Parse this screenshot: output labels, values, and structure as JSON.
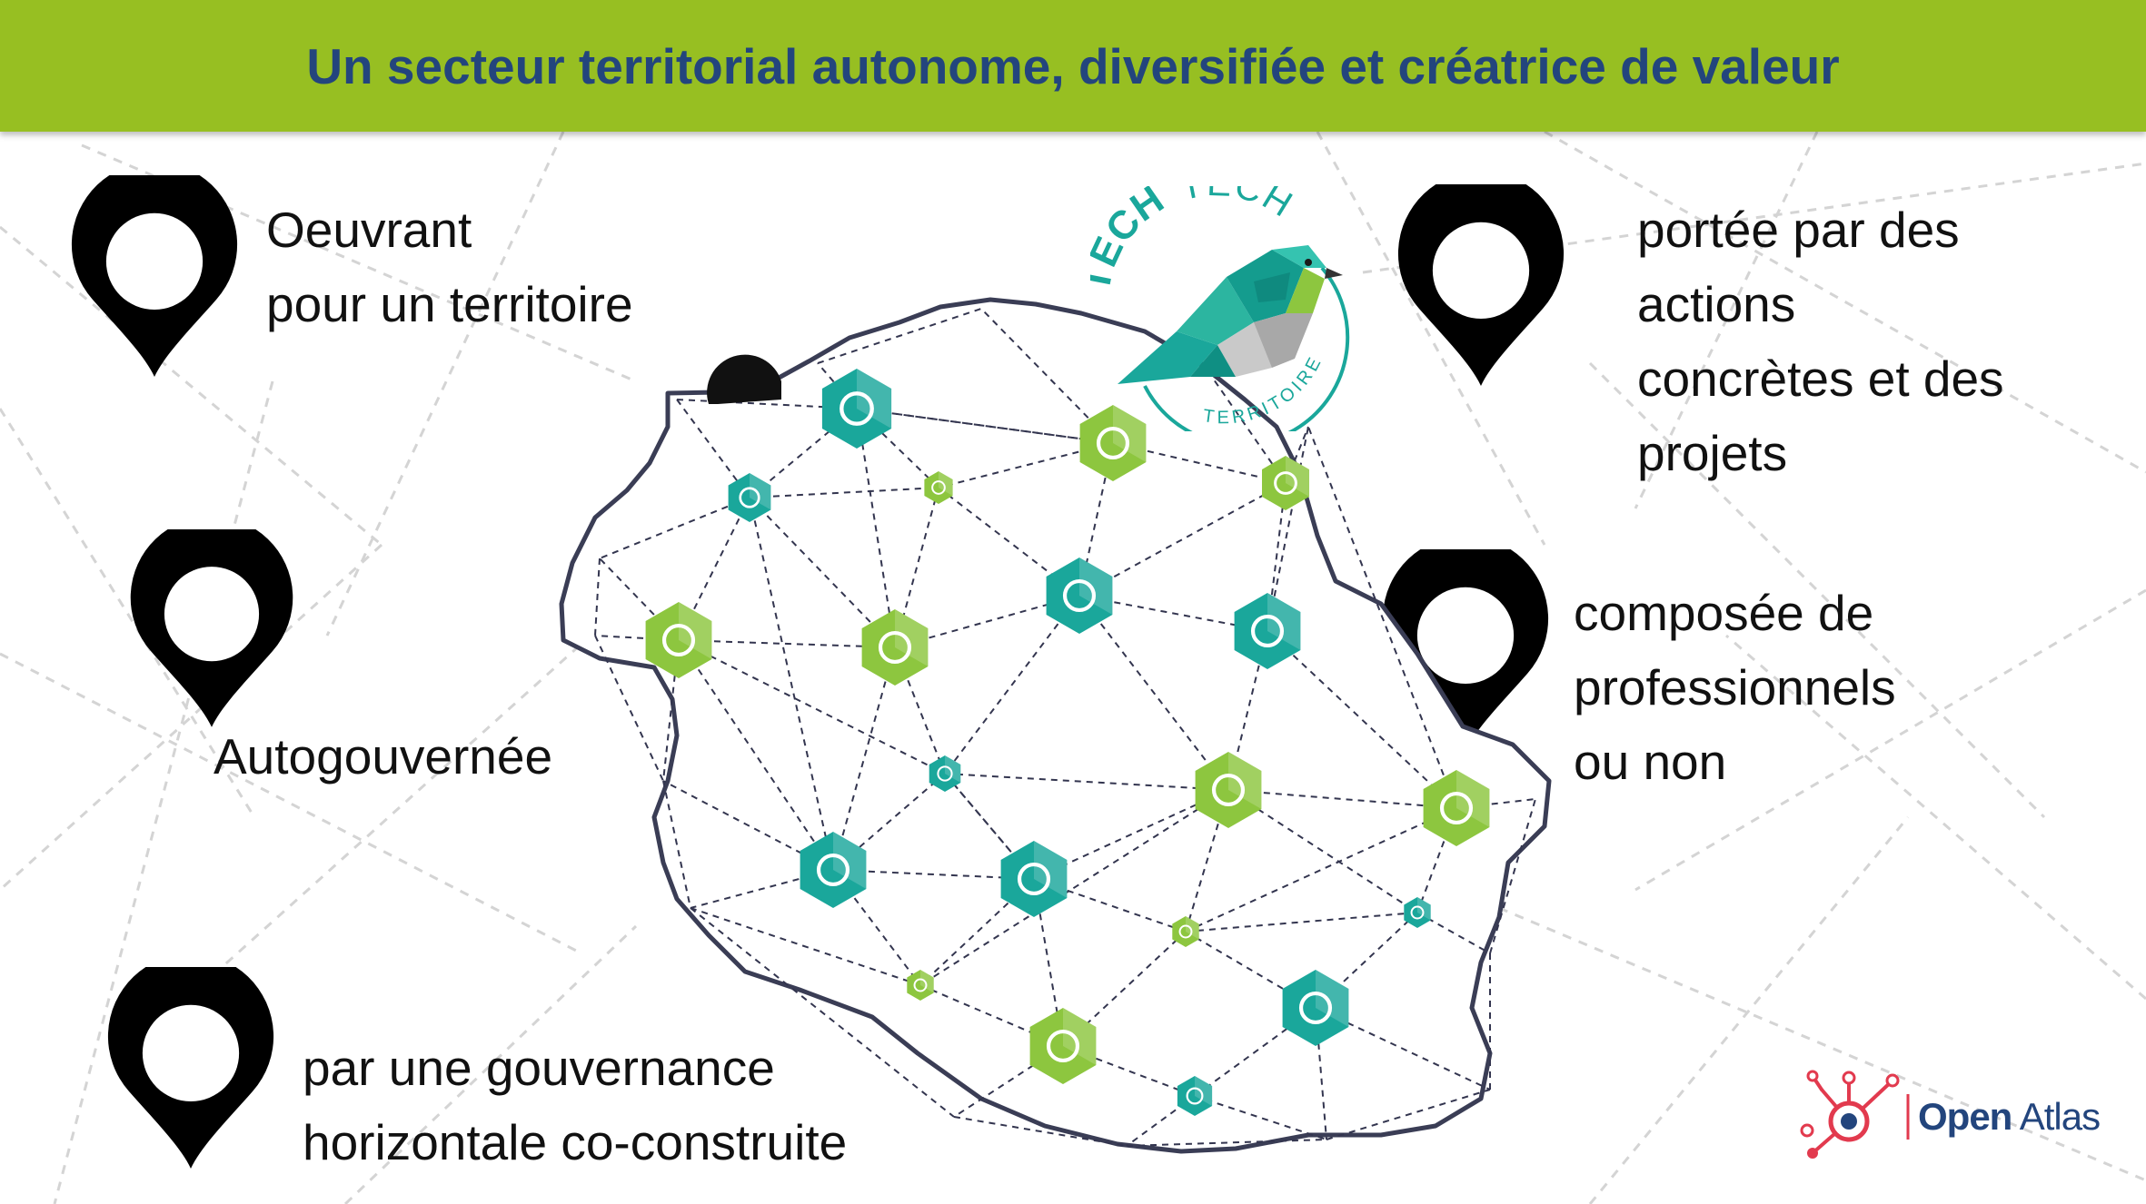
{
  "title": "Un secteur territorial autonome, diversifiée et créatrice de valeur",
  "features": {
    "oeuvrant": [
      "Oeuvrant",
      "pour un territoire"
    ],
    "portee": [
      "portée par des",
      "actions",
      "concrètes et des",
      "projets"
    ],
    "autogouvernee": [
      "Autogouvernée"
    ],
    "composee": [
      "composée de",
      "professionnels",
      "ou non"
    ],
    "gouvernance": [
      "par une gouvernance",
      "horizontale co-construite"
    ]
  },
  "logo": {
    "top_left": "TECH",
    "top_right": "TECH",
    "bottom": "TERRITOIRE"
  },
  "brand": {
    "word1": "Open",
    "word2": "Atlas"
  },
  "colors": {
    "header": "#97bf22",
    "title": "#23457d",
    "teal": "#1aa79b",
    "green": "#8dc63f",
    "map_outline": "#3a3d55"
  }
}
